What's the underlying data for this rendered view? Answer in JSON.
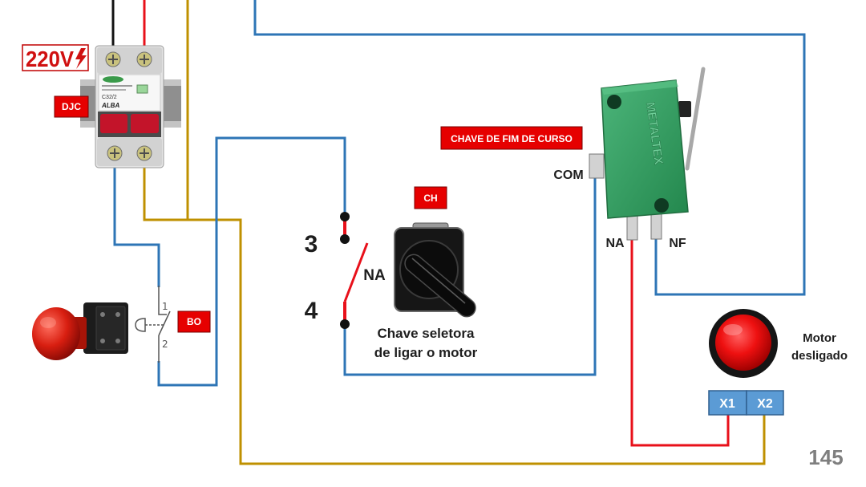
{
  "page_number": "145",
  "colors": {
    "wire_black": "#111111",
    "wire_red": "#e8101a",
    "wire_blue": "#2e75b6",
    "wire_gold": "#bf9000",
    "tag_red": "#e60000",
    "terminal_blue": "#5b9bd5"
  },
  "supply": {
    "voltage_label": "220V",
    "icon": "lightning-icon"
  },
  "breaker": {
    "tag": "DJC",
    "model_lettering": "C32/2",
    "brand_lettering": "ALBA"
  },
  "emergency_button": {
    "tag": "BO",
    "terminal_1": "1",
    "terminal_2": "2"
  },
  "selector_switch": {
    "tag": "CH",
    "terminal_top": "3",
    "terminal_bottom": "4",
    "contact_type": "NA",
    "caption": [
      "Chave seletora",
      "de ligar o motor"
    ]
  },
  "limit_switch": {
    "tag": "CHAVE DE FIM DE CURSO",
    "terminal_com": "COM",
    "terminal_na": "NA",
    "terminal_nf": "NF",
    "brand_lettering": "METALTEX"
  },
  "indicator_lamp": {
    "caption": [
      "Motor",
      "desligado"
    ],
    "terminal_x1": "X1",
    "terminal_x2": "X2"
  }
}
